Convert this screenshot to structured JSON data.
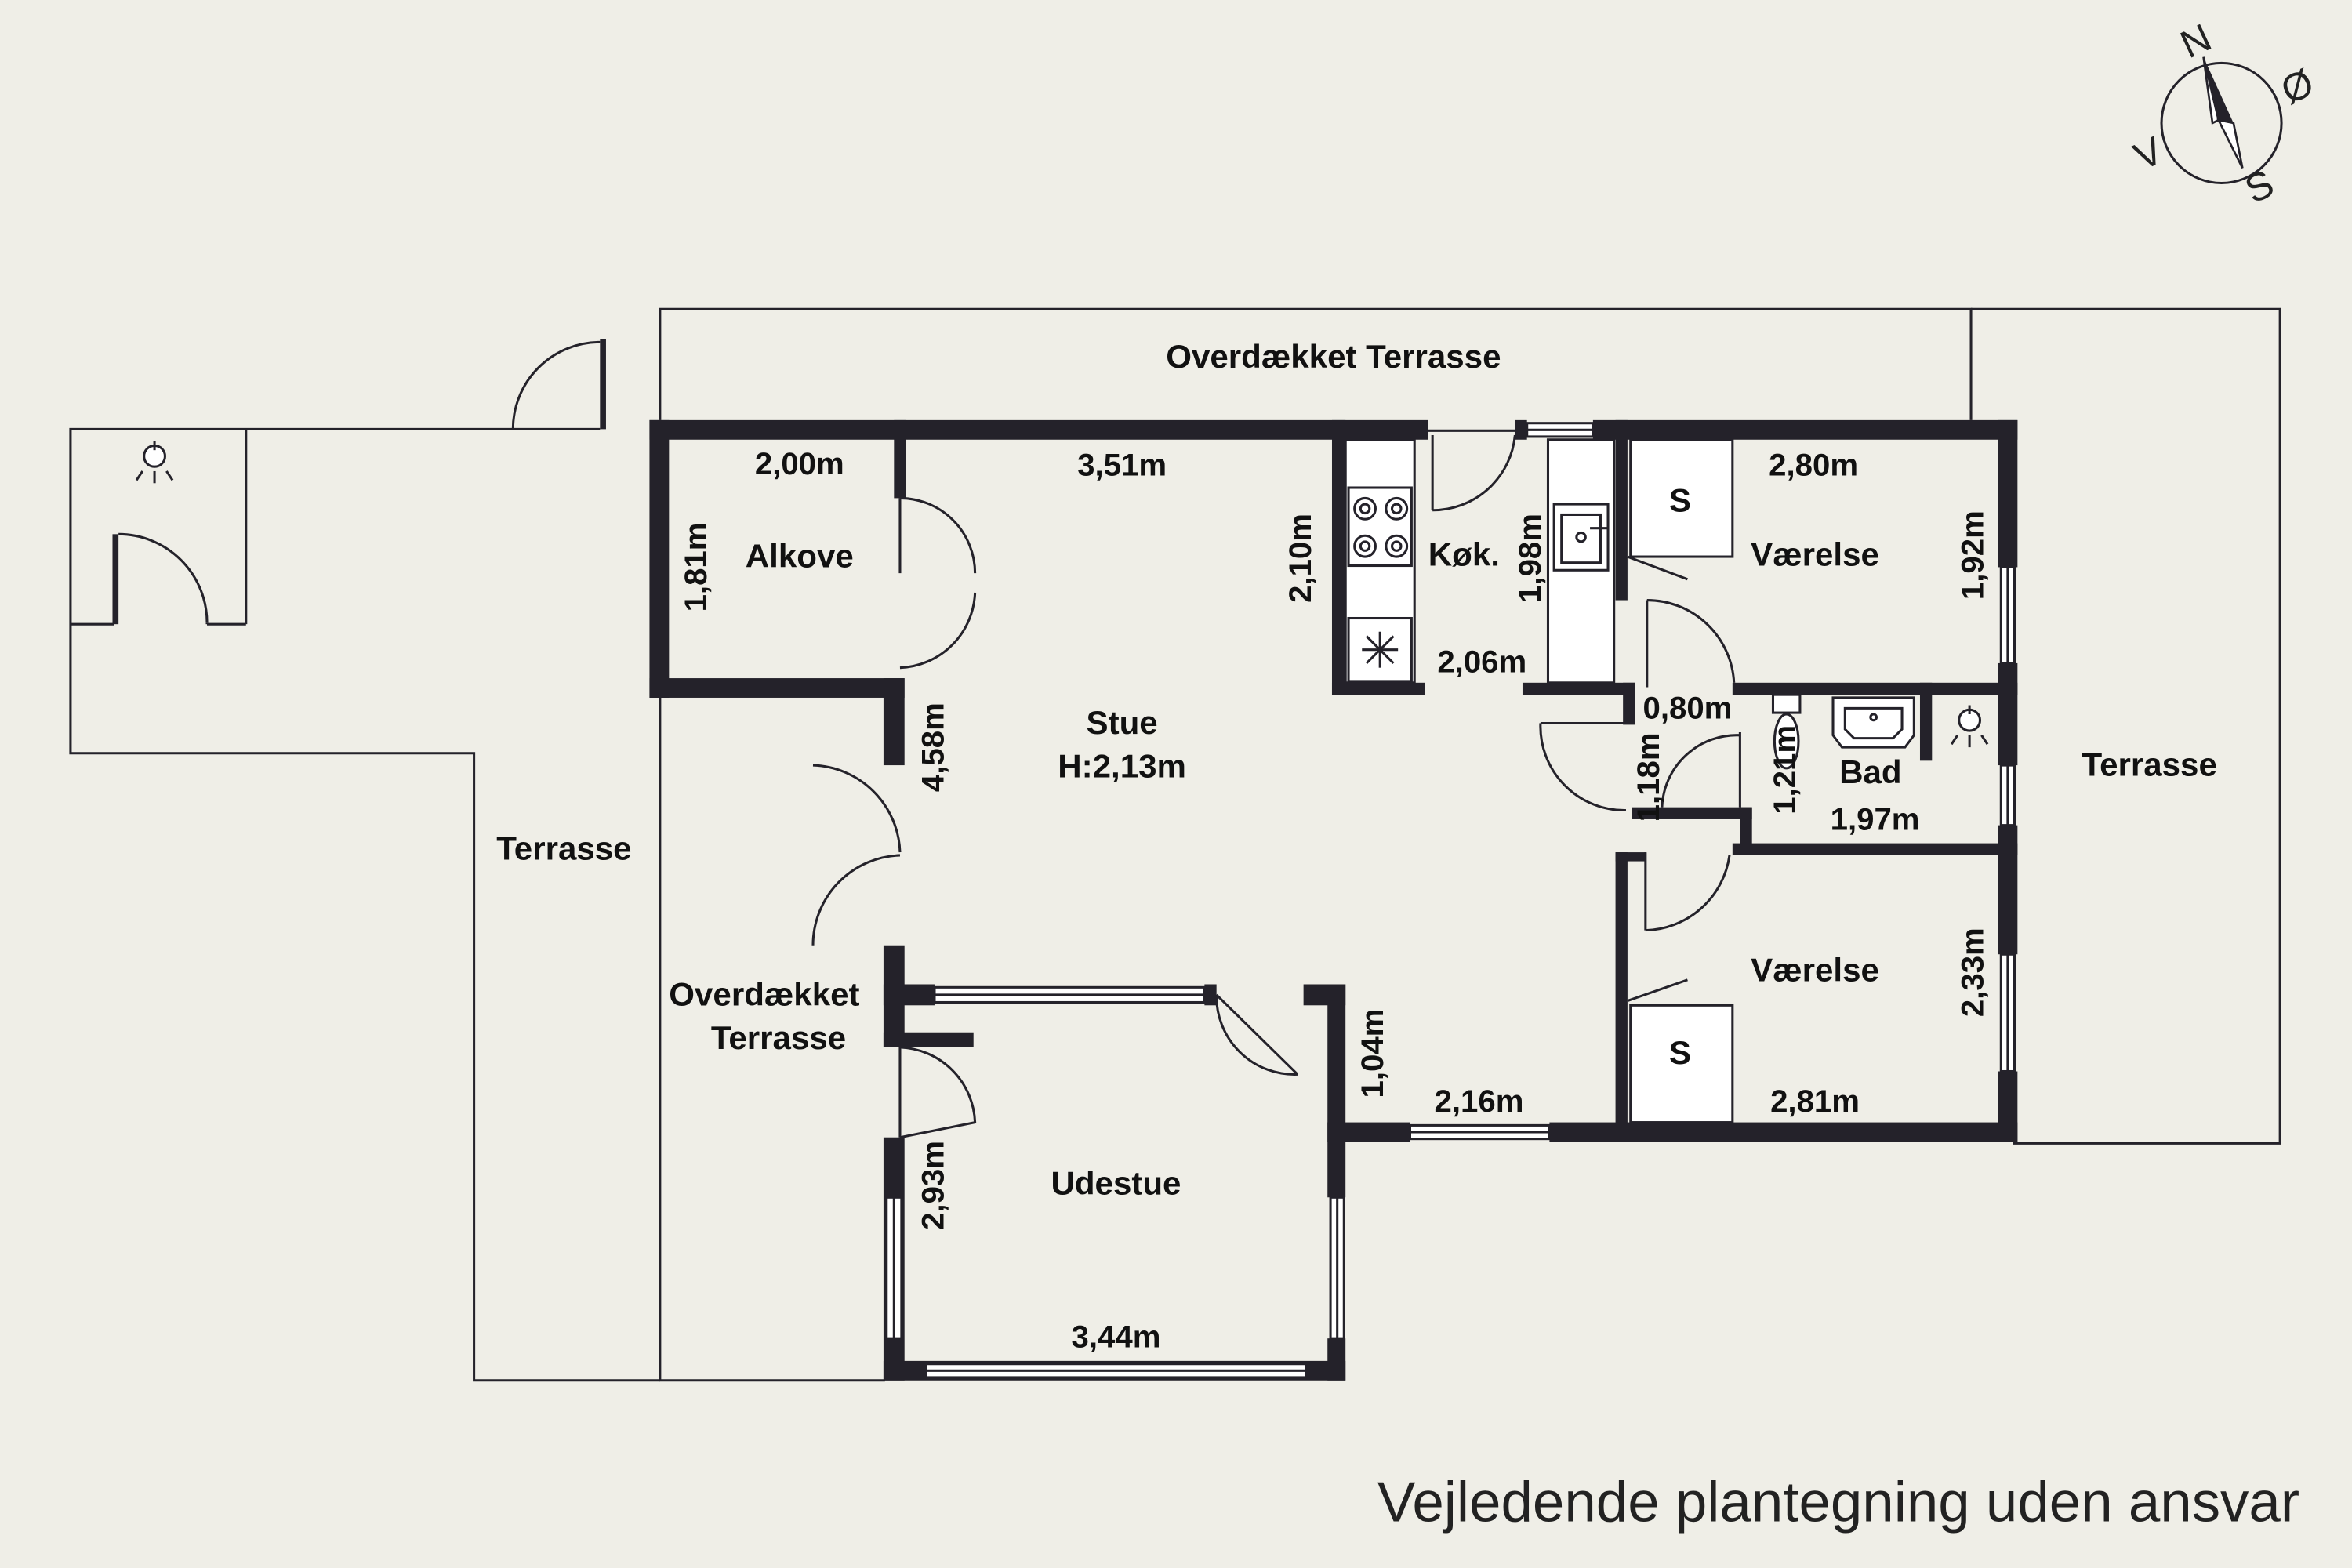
{
  "plan": {
    "rooms": {
      "overdaekket_terrasse_top": "Overdækket Terrasse",
      "alkove": "Alkove",
      "stue": "Stue",
      "stue_height": "H:2,13m",
      "kok": "Køk.",
      "vaerelse_1": "Værelse",
      "vaerelse_2": "Værelse",
      "bad": "Bad",
      "terrasse_left": "Terrasse",
      "terrasse_right": "Terrasse",
      "overdaekket_terrasse_left_1": "Overdække",
      "overdaekket_terrasse_left_1b": "t",
      "overdaekket_terrasse_left_2": "Terrasse",
      "udestue": "Udestue"
    },
    "dimensions": {
      "alkove_width": "2,00m",
      "alkove_depth": "1,81m",
      "stue_width_top": "3,51m",
      "stue_depth": "4,58m",
      "kok_depth_left": "2,10m",
      "kok_depth_right": "1,98m",
      "kok_width": "2,06m",
      "vaerelse1_width": "2,80m",
      "vaerelse1_depth": "1,92m",
      "hall_width": "0,80m",
      "hall_depth": "1,18m",
      "bad_depth": "1,21m",
      "bad_width": "1,97m",
      "vaerelse2_depth": "2,33m",
      "vaerelse2_width": "2,81m",
      "entry_depth": "1,04m",
      "entry_width": "2,16m",
      "udestue_depth": "2,93m",
      "udestue_width": "3,44m"
    },
    "closet_symbol": "S",
    "closet_symbol_2": "S",
    "compass": {
      "n": "N",
      "o": "Ø",
      "s": "S",
      "v": "V"
    },
    "disclaimer": "Vejledende plantegning uden ansvar"
  }
}
